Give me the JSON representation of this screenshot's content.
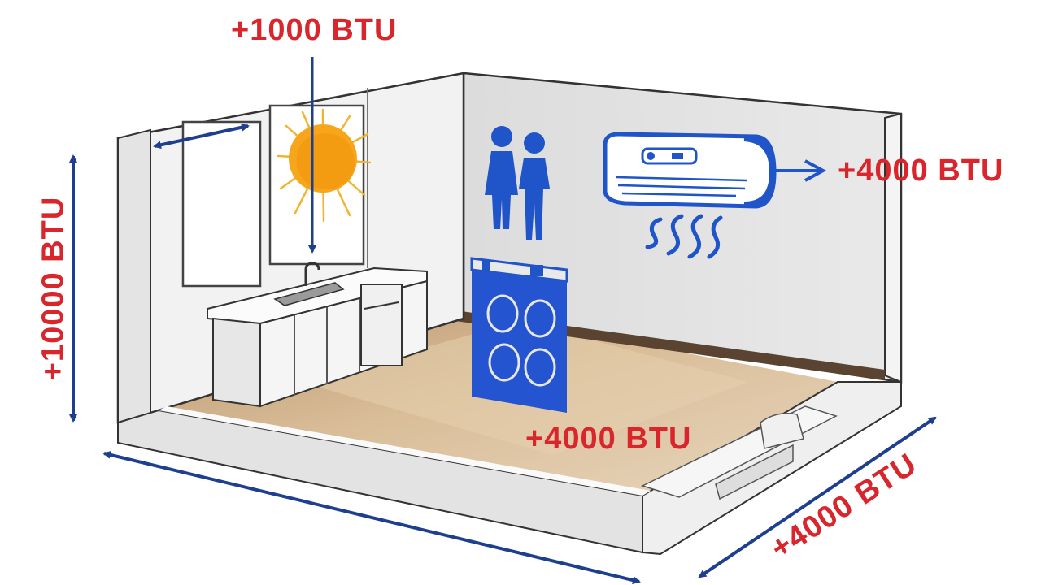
{
  "labels": {
    "sun_heat": "+1000 BTU",
    "ac_unit": "+4000 BTU",
    "stove": "+4000 BTU",
    "wall_height": "+10000 BTU",
    "room_depth": "+4000 BTU"
  },
  "colors": {
    "label_red": "#d8262c",
    "arrow_navy": "#1e3f8f",
    "icon_blue": "#1f55c9",
    "wall_light": "#eeeeee",
    "wall_right": "#e2e2e2",
    "floor_wood": "#cfae88",
    "sun_orange": "#f7a51b"
  },
  "icons": [
    "sun-icon",
    "people-icon",
    "air-conditioner-icon",
    "stove-icon",
    "window-icon",
    "sink-icon"
  ]
}
